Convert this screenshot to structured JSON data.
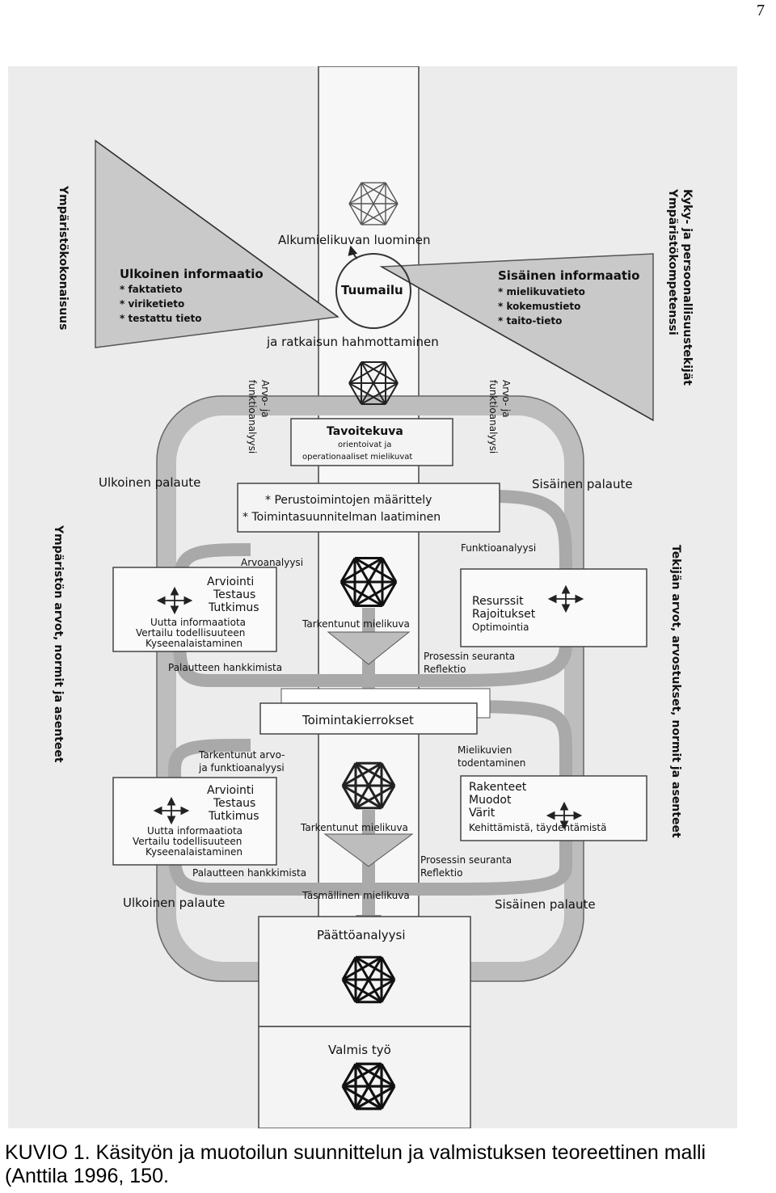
{
  "page_number": "7",
  "caption": {
    "line1": "KUVIO 1. Käsityön ja muotoilun suunnittelun ja valmistuksen teoreettinen malli",
    "line2": "(Anttila 1996, 150."
  },
  "diagram": {
    "side_left_top": "Ympäristökokonaisuus",
    "side_left_bottom": "Ympäristön arvot, normit ja asenteet",
    "side_right_top_1": "Kyky- ja persoonallisuustekijät",
    "side_right_top_2": "Ympäristökompetenssi",
    "side_right_bottom": "Tekijän arvot, arvostukset, normit ja asenteet",
    "top_label": "Alkumielikuvan luominen",
    "center_loop": "Tuumailu",
    "under_loop": "ja ratkaisun hahmottaminen",
    "outer_info": {
      "title": "Ulkoinen informaatio",
      "items": [
        "* faktatieto",
        "* viriketieto",
        "* testattu tieto"
      ]
    },
    "inner_info": {
      "title": "Sisäinen informaatio",
      "items": [
        "* mielikuvatieto",
        "* kokemustieto",
        "* taito-tieto"
      ]
    },
    "value_left": [
      "Arvo- ja",
      "funktioanalyysi"
    ],
    "value_right": [
      "Arvo- ja",
      "funktioanalyysi"
    ],
    "goal": {
      "title": "Tavoitekuva",
      "line1": "orientoivat ja",
      "line2": "operationaaliset mielikuvat"
    },
    "feedback_outer": "Ulkoinen palaute",
    "feedback_inner": "Sisäinen palaute",
    "steps": [
      "* Perustoimintojen määrittely",
      "* Toimintasuunnitelman laatiminen"
    ],
    "value_analysis": "Arvoanalyysi",
    "function_analysis": "Funktioanalyysi",
    "eval_box_1": [
      "Arviointi",
      "Testaus",
      "Tutkimus",
      "Uutta informaatiota",
      "Vertailu todellisuuteen",
      "Kyseenalaistaminen"
    ],
    "resource_box": [
      "Resurssit",
      "Rajoitukset",
      "Optimointia"
    ],
    "refined_image": "Tarkentunut mielikuva",
    "process_monitor": [
      "Prosessin seuranta",
      "Reflektio"
    ],
    "getting_feedback": "Palautteen hankkimista",
    "action_cycles": "Toimintakierrokset",
    "refined_analysis": [
      "Tarkentunut arvo-",
      "ja funktioanalyysi"
    ],
    "image_verify": [
      "Mielikuvien",
      "todentaminen"
    ],
    "eval_box_2": [
      "Arviointi",
      "Testaus",
      "Tutkimus",
      "Uutta informaatiota",
      "Vertailu todellisuuteen",
      "Kyseenalaistaminen"
    ],
    "structure_box": [
      "Rakenteet",
      "Muodot",
      "Värit",
      "Kehittämistä, täydentämistä"
    ],
    "exact_image": "Täsmällinen mielikuva",
    "final_analysis": "Päättöanalyysi",
    "finished_work": "Valmis työ"
  }
}
